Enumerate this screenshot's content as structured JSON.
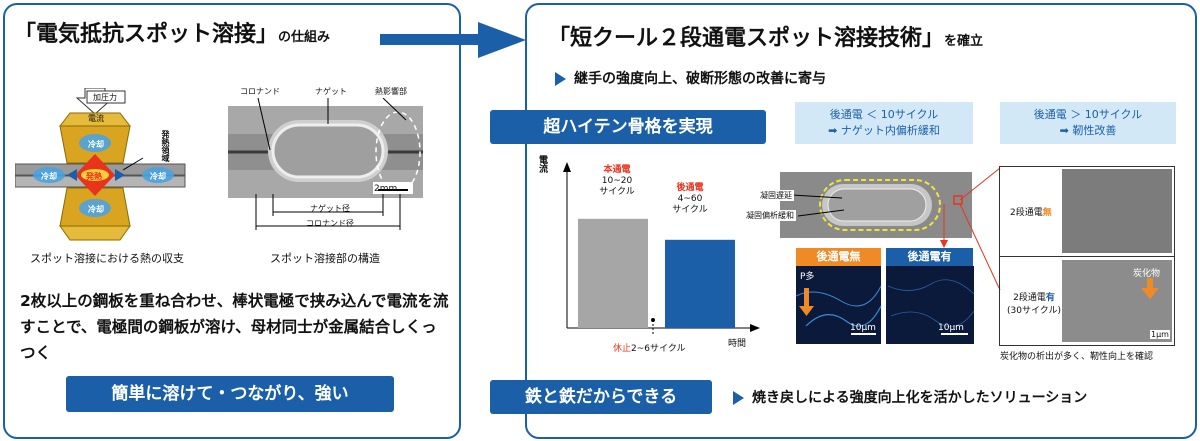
{
  "left": {
    "title_main": "「電気抵抗スポット溶接」",
    "title_suffix": "の仕組み",
    "fig1_caption": "スポット溶接における熱の収支",
    "fig2_caption": "スポット溶接部の構造",
    "fig1_labels": {
      "pressure": "加圧力",
      "current": "電流",
      "heat_zone": "発熱領域",
      "cool_top": "冷却",
      "cool_bottom": "冷却",
      "cool_left": "冷却",
      "cool_right": "冷却",
      "heat": "発熱"
    },
    "fig2_labels": {
      "corona": "コロナンド",
      "nugget": "ナゲット",
      "haz": "熱影響部",
      "scale": "2mm",
      "nugget_dia": "ナゲット径",
      "corona_dia": "コロナンド径"
    },
    "body": "2枚以上の鋼板を重ね合わせ、棒状電極で挟み込んで電流を流すことで、電極間の鋼板が溶け、母材同士が金属結合しくっつく",
    "bottom_banner": "簡単に溶けて・つながり、強い"
  },
  "right": {
    "title_main": "「短クール２段通電スポット溶接技術」",
    "title_suffix": "を確立",
    "subtitle": "継手の強度向上、破断形態の改善に寄与",
    "banner_top": "超ハイテン骨格を実現",
    "banner_bottom": "鉄と鉄だからできる",
    "bottom_text": "焼き戻しによる強度向上化を活かしたソリューション",
    "box1_line1": "後通電 ＜ 10サイクル",
    "box1_line2": "➡ ナゲット内偏析緩和",
    "box2_line1": "後通電 ＞ 10サイクル",
    "box2_line2": "➡ 靭性改善",
    "micro_labels": {
      "delay": "凝固遅延",
      "relax": "凝固偏析緩和",
      "without": "後通電無",
      "with": "後通電有",
      "p_rich": "P多",
      "scale1": "10μm",
      "scale2": "10μm",
      "two_stage_none_prefix": "2段通電",
      "two_stage_none_suffix": "無",
      "two_stage_with_prefix": "2段通電",
      "two_stage_with_suffix": "有",
      "two_stage_with_cycles": "(30サイクル)",
      "carbide": "炭化物",
      "scale3": "1μm",
      "caption": "炭化物の析出が多く、靭性向上を確認"
    }
  },
  "chart_data": {
    "type": "bar",
    "ylabel": "電流",
    "xlabel": "時間",
    "categories": [
      "本通電",
      "後通電"
    ],
    "values": [
      0.78,
      0.63
    ],
    "cycle_labels": [
      "10~20\nサイクル",
      "4~60\nサイクル"
    ],
    "bar_colors": [
      "#a6a6a6",
      "#1a5fa8"
    ],
    "label_colors": [
      "#e8341c",
      "#e8341c"
    ],
    "pause_label": "休止2~6サイクル",
    "pause_label_prefix": "休止",
    "pause_label_suffix": "2~6サイクル"
  },
  "colors": {
    "accent": "#1a5fa8",
    "red": "#e8341c",
    "orange": "#f08a24",
    "lightblue": "#d3e8f6"
  }
}
